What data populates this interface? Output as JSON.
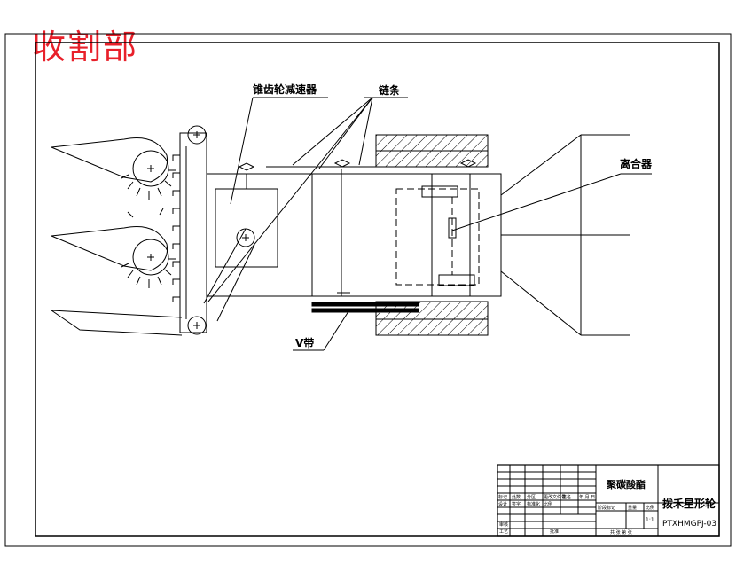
{
  "title": "收割部",
  "labels": {
    "bevel_gear_reducer": "锥齿轮减速器",
    "chain": "链条",
    "clutch": "离合器",
    "v_belt": "V带"
  },
  "title_block": {
    "school": "聚碳酸酯",
    "part_name": "拨禾星形轮",
    "drawing_no": "PTXHMGPJ-03",
    "scale": "1:1",
    "row_cells": [
      "标记",
      "处数",
      "分区",
      "更改文件号",
      "签名",
      "年 月 日"
    ],
    "row2_cells": [
      "设计",
      "签字",
      "标准化",
      "比例"
    ],
    "small_labels": [
      "阶段标记",
      "重量",
      "比例"
    ],
    "bottom_left": [
      "审核",
      "工艺"
    ],
    "bottom_mid": "批准",
    "bottom_right": "共 张 第 张"
  },
  "colors": {
    "title_red": "#e8202a",
    "line": "#000000"
  }
}
